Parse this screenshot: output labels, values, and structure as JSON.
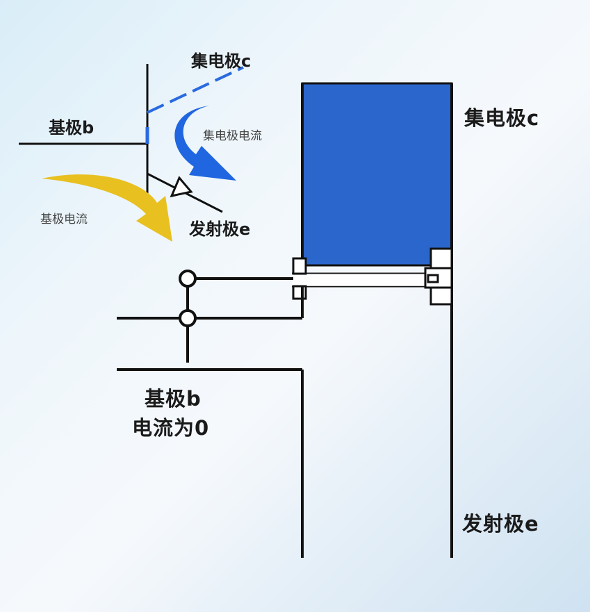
{
  "colors": {
    "background": "#e8f2f9",
    "wire": "#111111",
    "collector_block": "#2b66cc",
    "collector_current_arrow": "#1f66e0",
    "base_current_arrow": "#e8c020",
    "dashed_collector": "#2a6adf"
  },
  "symbol": {
    "collector_label": "集电极c",
    "base_label": "基极b",
    "emitter_label": "发射极e",
    "collector_current_label": "集电极电流",
    "base_current_label": "基极电流"
  },
  "structure": {
    "collector_label": "集电极c",
    "emitter_label": "发射极e",
    "base_label": "基极b",
    "base_status": "电流为0"
  }
}
